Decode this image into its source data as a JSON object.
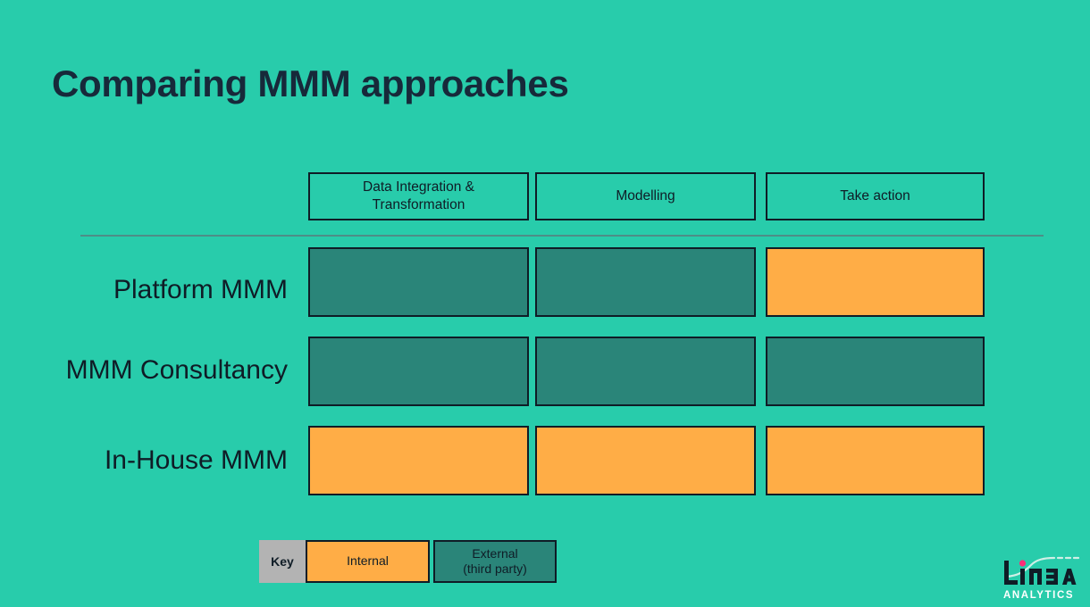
{
  "slide": {
    "title": "Comparing MMM approaches",
    "background_color": "#28CCAB",
    "text_color": "#0F1C26"
  },
  "matrix": {
    "columns": [
      {
        "id": "data-integration",
        "line1": "Data Integration &",
        "line2": "Transformation"
      },
      {
        "id": "modelling",
        "line1": "Modelling",
        "line2": ""
      },
      {
        "id": "take-action",
        "line1": "Take action",
        "line2": ""
      }
    ],
    "rows": [
      {
        "id": "platform-mmm",
        "label": "Platform MMM",
        "cells": [
          "external",
          "external",
          "internal"
        ]
      },
      {
        "id": "mmm-consultancy",
        "label": "MMM Consultancy",
        "cells": [
          "external",
          "external",
          "external"
        ]
      },
      {
        "id": "in-house-mmm",
        "label": "In-House MMM",
        "cells": [
          "internal",
          "internal",
          "internal"
        ]
      }
    ]
  },
  "legend": {
    "key_label": "Key",
    "key_bg": "#B3B3B3",
    "internal_label": "Internal",
    "internal_color": "#FFAD46",
    "external_line1": "External",
    "external_line2": "(third party)",
    "external_color": "#2A8579"
  },
  "logo": {
    "wordmark": "LINEA",
    "tagline": "ANALYTICS",
    "dot_color": "#FF2D78",
    "wordmark_color": "#0F1C26",
    "tagline_color": "#FFFFFF",
    "curve_color": "#CFEFE6"
  }
}
